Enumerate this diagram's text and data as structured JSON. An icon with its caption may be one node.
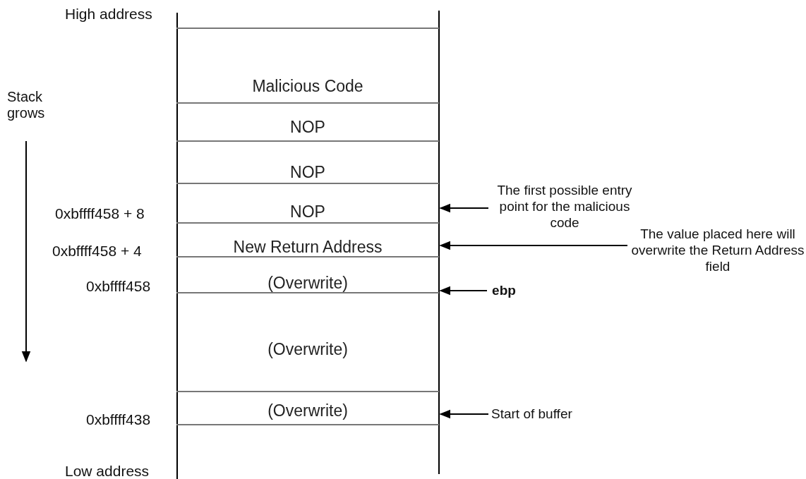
{
  "diagram": {
    "nodes": [
      {
        "text": [
          "Malicious Code"
        ]
      },
      {
        "text": [
          "NOP"
        ]
      },
      {
        "text": [
          "NOP"
        ]
      },
      {
        "text": [
          "NOP"
        ]
      },
      {
        "text": [
          "New Return Address"
        ]
      },
      {
        "text": [
          "(Overwrite)"
        ]
      },
      {
        "text": [
          "(Overwrite)"
        ]
      },
      {
        "text": [
          "(Overwrite)"
        ]
      },
      {
        "text": [
          "The first possible entry point for the malicious code"
        ]
      },
      {
        "text": [
          "The value placed here will overwrite the Return Address field"
        ]
      },
      {
        "text": [
          "ebp"
        ]
      },
      {
        "text": [
          "Start of buffer"
        ]
      }
    ],
    "edges": [
      {
        "from": 8,
        "to": 3,
        "arrow": "to"
      },
      {
        "from": 9,
        "to": 4,
        "arrow": "to"
      },
      {
        "from": 10,
        "to": 5,
        "arrow": "to"
      },
      {
        "from": 11,
        "to": 7,
        "arrow": "to"
      }
    ],
    "labels": [
      "High address",
      "Stack grows",
      "0xbffff458 + 8",
      "0xbffff458 + 4",
      "0xbffff458",
      "0xbffff438",
      "Low address"
    ]
  }
}
